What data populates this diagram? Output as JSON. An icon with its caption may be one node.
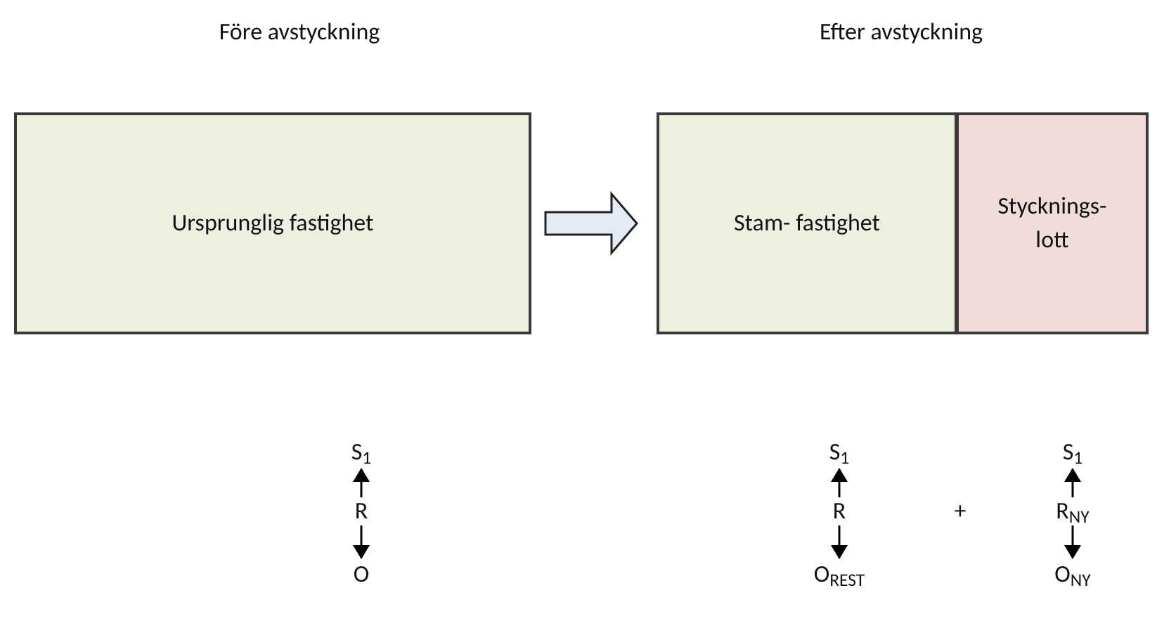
{
  "diagram": {
    "nodes": [
      {
        "text": [
          "Ursprunglig fastighet"
        ]
      },
      {
        "text": [
          "Stam- fastighet"
        ]
      },
      {
        "text": [
          "Stycknings- lott"
        ]
      },
      {
        "text": [
          "S$_{1}$"
        ]
      },
      {
        "text": [
          "R"
        ]
      },
      {
        "text": [
          "O"
        ]
      },
      {
        "text": [
          "S$_{1}$"
        ]
      },
      {
        "text": [
          "R"
        ]
      },
      {
        "text": [
          "O$_{REST}$"
        ]
      },
      {
        "text": [
          "S$_{1}$"
        ]
      },
      {
        "text": [
          "R$_{NY}$"
        ]
      },
      {
        "text": [
          "O$_{NY}$"
        ]
      }
    ],
    "edges": [
      {
        "from": 0,
        "to": 1,
        "arrow": "to",
        "style": "thick"
      },
      {
        "from": 4,
        "to": 3,
        "arrow": "to"
      },
      {
        "from": 4,
        "to": 5,
        "arrow": "to"
      },
      {
        "from": 7,
        "to": 6,
        "arrow": "to"
      },
      {
        "from": 7,
        "to": 8,
        "arrow": "to"
      },
      {
        "from": 10,
        "to": 9,
        "arrow": "to"
      },
      {
        "from": 10,
        "to": 11,
        "arrow": "to"
      }
    ],
    "labels": [
      "Före avstyckning",
      "Efter avstyckning",
      "+"
    ]
  }
}
